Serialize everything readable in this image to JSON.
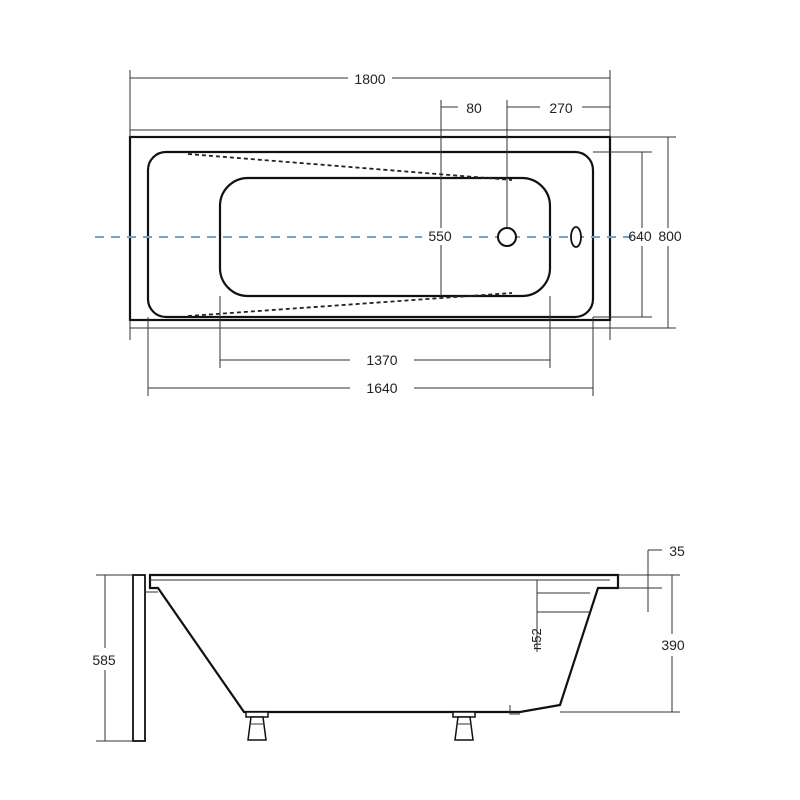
{
  "top_view": {
    "overall_length": "1800",
    "overflow_offset": "80",
    "drain_offset": "270",
    "inner_bottom_width": "550",
    "inner_width": "640",
    "overall_width": "800",
    "bottom_length": "1370",
    "inner_length": "1640"
  },
  "side_view": {
    "rim_thickness": "35",
    "tub_depth": "390",
    "total_height": "585",
    "overflow_diameter": "n52"
  },
  "colors": {
    "line": "#1a1a1a",
    "centerline": "#6aa8d2"
  }
}
